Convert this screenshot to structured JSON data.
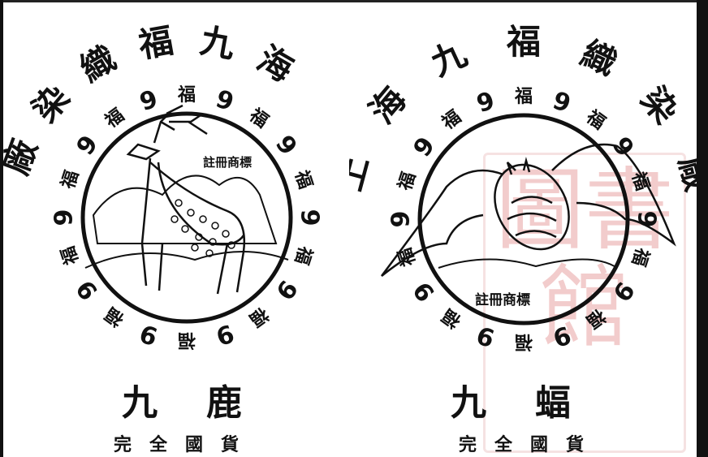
{
  "left_ad": {
    "banner": "廠染織福九海",
    "badge_chars": [
      "福",
      "9",
      "福",
      "9",
      "福",
      "9",
      "福",
      "9",
      "福",
      "9",
      "福",
      "9",
      "福",
      "9",
      "福",
      "9",
      "福",
      "9",
      "福",
      "9"
    ],
    "trademark": "註冊商標",
    "brand": "九鹿",
    "tagline": "完全國貨",
    "animal": "deer"
  },
  "right_ad": {
    "banner": "上海九福織染廠",
    "badge_chars": [
      "福",
      "9",
      "福",
      "9",
      "福",
      "9",
      "福",
      "9",
      "福",
      "9",
      "福",
      "9",
      "福",
      "9",
      "福",
      "9",
      "福",
      "9",
      "福",
      "9"
    ],
    "trademark": "註冊商標",
    "brand": "九蝠",
    "tagline": "完全國貨",
    "animal": "bat"
  },
  "seal": {
    "text": "圖書館",
    "color": "#e79a9a"
  }
}
